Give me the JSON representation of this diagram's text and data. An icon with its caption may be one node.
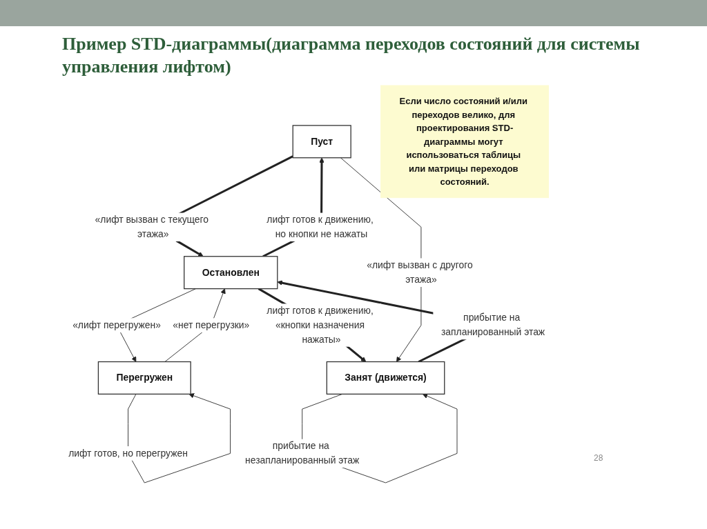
{
  "diagram": {
    "title": "Пример STD-диаграммы(диаграмма переходов состояний для системы управления лифтом)",
    "nodes": [
      {
        "text": [
          "Пуст"
        ]
      },
      {
        "text": [
          "Остановлен"
        ]
      },
      {
        "text": [
          "Перегружен"
        ]
      },
      {
        "text": [
          "Занят (движется)"
        ]
      },
      {
        "text": [
          "Если число состояний и/или переходов велико, для проектирования STD-диаграммы могут использоваться таблицы или матрицы переходов состояний."
        ]
      }
    ],
    "edges": [
      {
        "from": 0,
        "to": 1,
        "arrow": "to",
        "label": "«лифт вызван с текущего этажа»",
        "style": "thick"
      },
      {
        "from": 1,
        "to": 0,
        "arrow": "to",
        "label": "лифт готов к движению, но кнопки не нажаты",
        "style": "thick"
      },
      {
        "from": 1,
        "to": 2,
        "arrow": "to",
        "label": "«лифт перегружен»"
      },
      {
        "from": 2,
        "to": 1,
        "arrow": "to",
        "label": "«нет перегрузки»"
      },
      {
        "from": 2,
        "to": 2,
        "arrow": "to",
        "label": "лифт готов, но перегружен"
      },
      {
        "from": 1,
        "to": 3,
        "arrow": "to",
        "label": "лифт готов к движению, «кнопки назначения нажаты»",
        "style": "thick"
      },
      {
        "from": 3,
        "to": 1,
        "arrow": "to",
        "label": "прибытие на запланированный этаж",
        "style": "thick"
      },
      {
        "from": 0,
        "to": 3,
        "arrow": "to",
        "label": "«лифт вызван с другого этажа»"
      },
      {
        "from": 3,
        "to": 3,
        "arrow": "to",
        "label": "прибытие на незапланированный этаж"
      }
    ],
    "labels": [
      "28"
    ]
  }
}
